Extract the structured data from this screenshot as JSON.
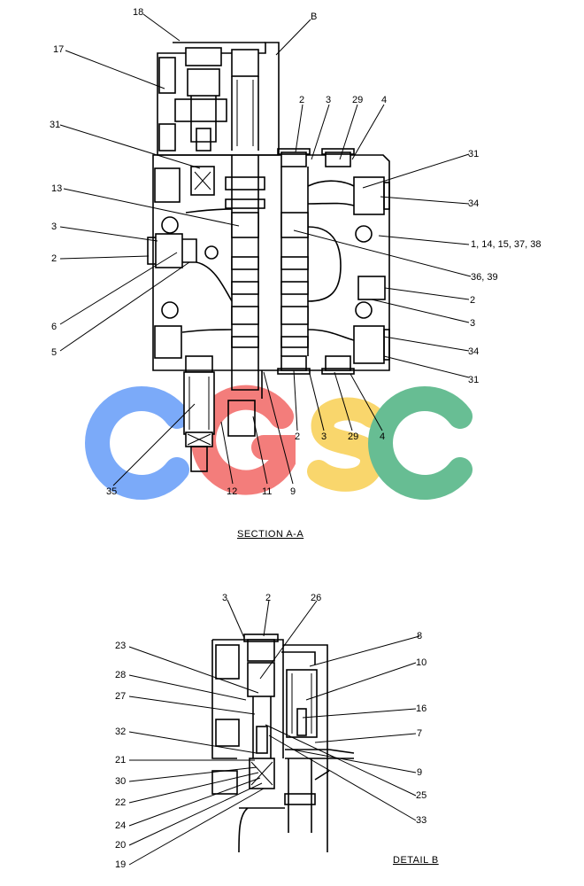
{
  "captions": {
    "section": "SECTION  A-A",
    "detail": "DETAIL  B"
  },
  "watermark": {
    "letters": [
      "C",
      "G",
      "S",
      "C"
    ],
    "colors": [
      "#4f8ef7",
      "#f0524f",
      "#f8c93c",
      "#35a870"
    ]
  },
  "section_labels": {
    "l18": "18",
    "lB": "B",
    "l17": "17",
    "l31a": "31",
    "l13": "13",
    "l3a": "3",
    "l2a": "2",
    "l6": "6",
    "l5": "5",
    "l35": "35",
    "l12": "12",
    "l11": "11",
    "l9": "9",
    "l2top": "2",
    "l3top": "3",
    "l29top": "29",
    "l4top": "4",
    "l31r1": "31",
    "l34r1": "34",
    "l1list": "1, 14, 15, 37, 38",
    "l3639": "36, 39",
    "l2r": "2",
    "l3r": "3",
    "l34r2": "34",
    "l31r2": "31",
    "l2bot": "2",
    "l3bot": "3",
    "l29bot": "29",
    "l4bot": "4"
  },
  "detail_labels": {
    "d3": "3",
    "d2": "2",
    "d26": "26",
    "d23": "23",
    "d8": "8",
    "d28": "28",
    "d10": "10",
    "d27": "27",
    "d16": "16",
    "d32": "32",
    "d7": "7",
    "d21": "21",
    "d9": "9",
    "d30": "30",
    "d25": "25",
    "d22": "22",
    "d33": "33",
    "d24": "24",
    "d20": "20",
    "d19": "19"
  }
}
